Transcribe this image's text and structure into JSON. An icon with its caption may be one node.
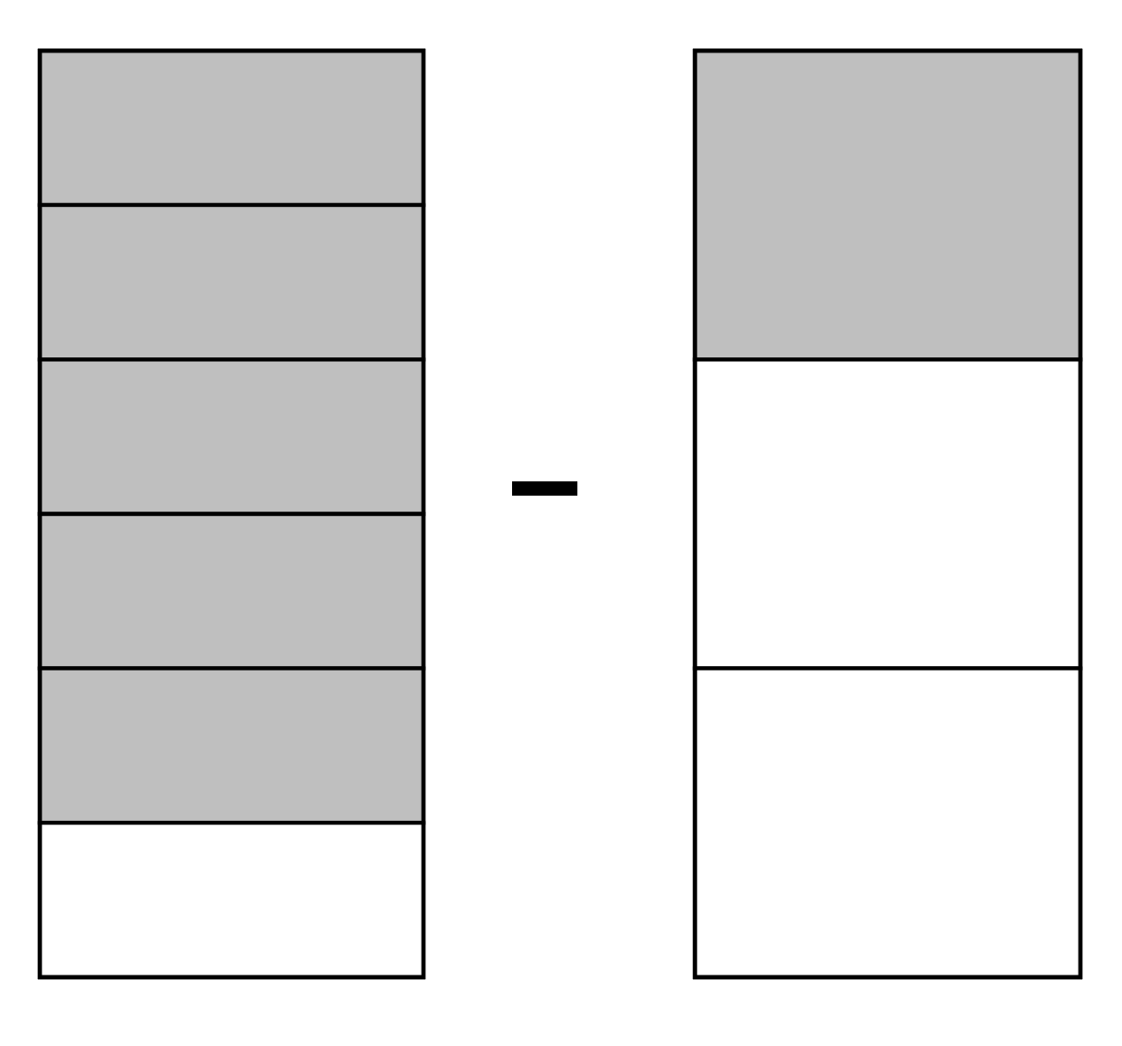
{
  "diagram": {
    "nodes": [
      {
        "text": [],
        "shape": "bar"
      },
      {
        "text": [],
        "shape": "box",
        "in": 0
      },
      {
        "text": [],
        "shape": "box",
        "in": 0
      },
      {
        "text": [],
        "shape": "box",
        "in": 0
      },
      {
        "text": [],
        "shape": "box",
        "in": 0
      },
      {
        "text": [],
        "shape": "box",
        "in": 0
      },
      {
        "text": [],
        "shape": "box",
        "in": 0
      },
      {
        "text": [],
        "shape": "bar"
      },
      {
        "text": [],
        "shape": "box",
        "in": 7
      },
      {
        "text": [],
        "shape": "box",
        "in": 7
      },
      {
        "text": [],
        "shape": "box",
        "in": 7
      }
    ],
    "labels": [
      "−"
    ]
  }
}
